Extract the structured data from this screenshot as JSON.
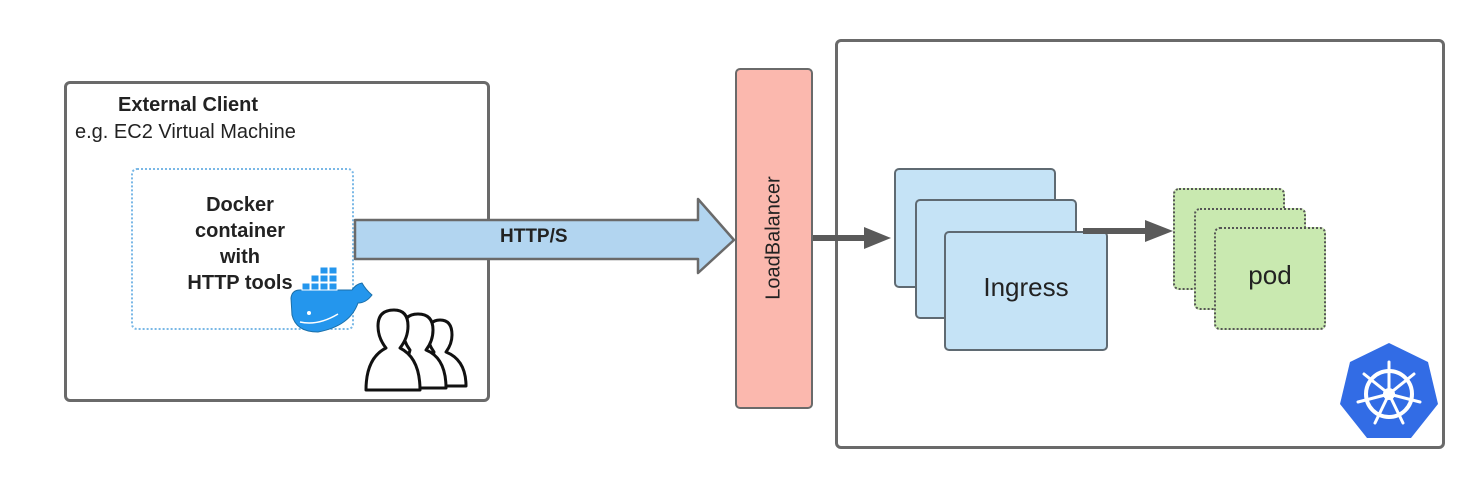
{
  "external_client": {
    "title": "External Client",
    "subtitle": "e.g. EC2 Virtual Machine",
    "docker_box_lines": [
      "Docker",
      "container",
      "with",
      "HTTP tools"
    ]
  },
  "arrow_label": "HTTP/S",
  "load_balancer": {
    "label": "LoadBalancer"
  },
  "ingress": {
    "label": "Ingress"
  },
  "pod": {
    "label": "pod"
  },
  "icons": [
    "docker-whale-icon",
    "users-group-icon",
    "kubernetes-helm-icon"
  ],
  "colors": {
    "load_balancer_fill": "#fbb8ae",
    "ingress_fill": "#c5e3f6",
    "pod_fill": "#c9e9b0",
    "http_arrow_fill": "#b2d5f0",
    "kubernetes_blue": "#326ce5",
    "docker_blue": "#2496ed"
  }
}
